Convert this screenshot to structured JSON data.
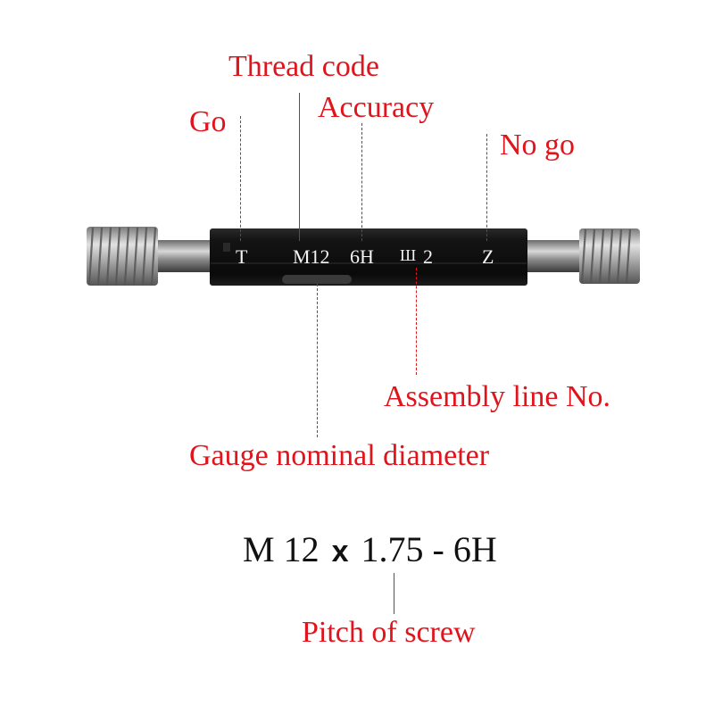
{
  "labels": {
    "thread_code": "Thread code",
    "accuracy": "Accuracy",
    "go": "Go",
    "no_go": "No go",
    "assembly_line": "Assembly line No.",
    "nominal_diameter": "Gauge nominal diameter",
    "pitch": "Pitch of screw"
  },
  "gauge_marks": {
    "go": "T",
    "thread": "M12",
    "accuracy": "6H",
    "line_symbol": "Ш",
    "line_no": "2",
    "no_go": "Z"
  },
  "formula": {
    "m": "M 12",
    "x": "x",
    "rest": "1.75 - 6H"
  },
  "colors": {
    "annotation": "#e0141c",
    "handle": "#111111",
    "thread_metal": "#a9a9a9"
  }
}
